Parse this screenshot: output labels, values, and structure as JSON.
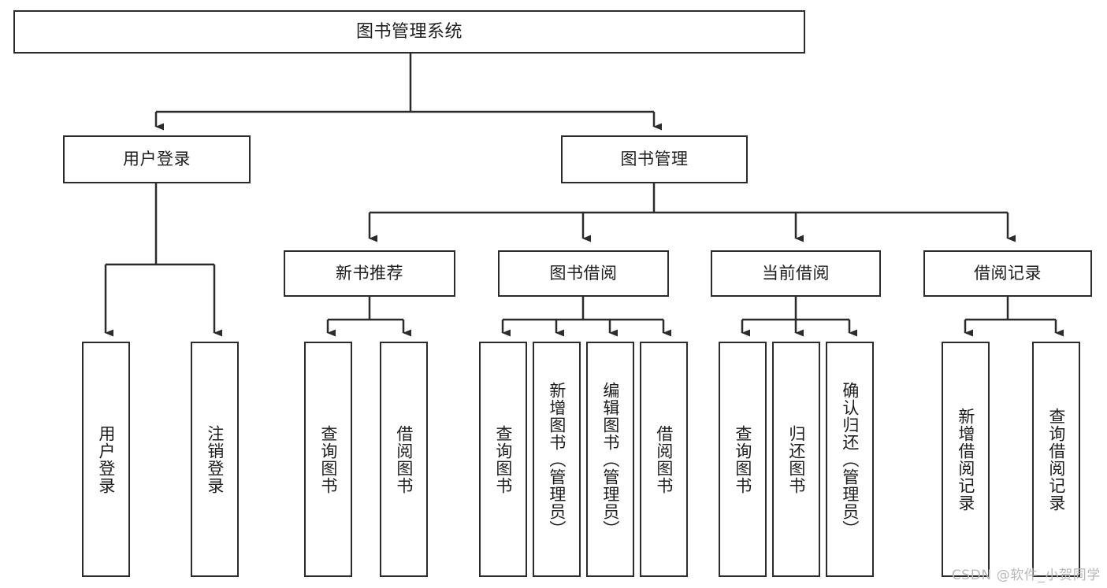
{
  "diagram": {
    "type": "tree-hierarchy-chart",
    "title": "图书管理系统",
    "stroke_color": "#2b2b2b",
    "fill_color": "#ffffff",
    "text_color": "#1d1d1d",
    "nodes": {
      "root": {
        "label": "图书管理系统",
        "level": 1,
        "orientation": "horizontal"
      },
      "user_login": {
        "label": "用户登录",
        "level": 2,
        "orientation": "horizontal"
      },
      "book_manage": {
        "label": "图书管理",
        "level": 2,
        "orientation": "horizontal"
      },
      "new_book_rec": {
        "label": "新书推荐",
        "level": 3,
        "orientation": "horizontal"
      },
      "book_borrow": {
        "label": "图书借阅",
        "level": 3,
        "orientation": "horizontal"
      },
      "current_borrow": {
        "label": "当前借阅",
        "level": 3,
        "orientation": "horizontal"
      },
      "borrow_record": {
        "label": "借阅记录",
        "level": 3,
        "orientation": "horizontal"
      },
      "leaf_user_login": {
        "label": "用户登录",
        "level": 3,
        "orientation": "vertical"
      },
      "leaf_logout": {
        "label": "注销登录",
        "level": 3,
        "orientation": "vertical"
      },
      "leaf_query_book_1": {
        "label": "查询图书",
        "level": 4,
        "orientation": "vertical"
      },
      "leaf_borrow_book_1": {
        "label": "借阅图书",
        "level": 4,
        "orientation": "vertical"
      },
      "leaf_query_book_2": {
        "label": "查询图书",
        "level": 4,
        "orientation": "vertical"
      },
      "leaf_add_book": {
        "label": "新增图书（管理员）",
        "level": 4,
        "orientation": "vertical"
      },
      "leaf_edit_book": {
        "label": "编辑图书（管理员）",
        "level": 4,
        "orientation": "vertical"
      },
      "leaf_borrow_book_2": {
        "label": "借阅图书",
        "level": 4,
        "orientation": "vertical"
      },
      "leaf_query_book_3": {
        "label": "查询图书",
        "level": 4,
        "orientation": "vertical"
      },
      "leaf_return_book": {
        "label": "归还图书",
        "level": 4,
        "orientation": "vertical"
      },
      "leaf_confirm_return": {
        "label": "确认归还（管理员）",
        "level": 4,
        "orientation": "vertical"
      },
      "leaf_add_record": {
        "label": "新增借阅记录",
        "level": 4,
        "orientation": "vertical"
      },
      "leaf_query_record": {
        "label": "查询借阅记录",
        "level": 4,
        "orientation": "vertical"
      }
    },
    "edges": [
      {
        "from": "root",
        "to": "user_login"
      },
      {
        "from": "root",
        "to": "book_manage"
      },
      {
        "from": "user_login",
        "to": "leaf_user_login"
      },
      {
        "from": "user_login",
        "to": "leaf_logout"
      },
      {
        "from": "book_manage",
        "to": "new_book_rec"
      },
      {
        "from": "book_manage",
        "to": "book_borrow"
      },
      {
        "from": "book_manage",
        "to": "current_borrow"
      },
      {
        "from": "book_manage",
        "to": "borrow_record"
      },
      {
        "from": "new_book_rec",
        "to": "leaf_query_book_1"
      },
      {
        "from": "new_book_rec",
        "to": "leaf_borrow_book_1"
      },
      {
        "from": "book_borrow",
        "to": "leaf_query_book_2"
      },
      {
        "from": "book_borrow",
        "to": "leaf_add_book"
      },
      {
        "from": "book_borrow",
        "to": "leaf_edit_book"
      },
      {
        "from": "book_borrow",
        "to": "leaf_borrow_book_2"
      },
      {
        "from": "current_borrow",
        "to": "leaf_query_book_3"
      },
      {
        "from": "current_borrow",
        "to": "leaf_return_book"
      },
      {
        "from": "current_borrow",
        "to": "leaf_confirm_return"
      },
      {
        "from": "borrow_record",
        "to": "leaf_add_record"
      },
      {
        "from": "borrow_record",
        "to": "leaf_query_record"
      }
    ]
  },
  "watermark": {
    "text": "CSDN @软件_小贺同学"
  }
}
